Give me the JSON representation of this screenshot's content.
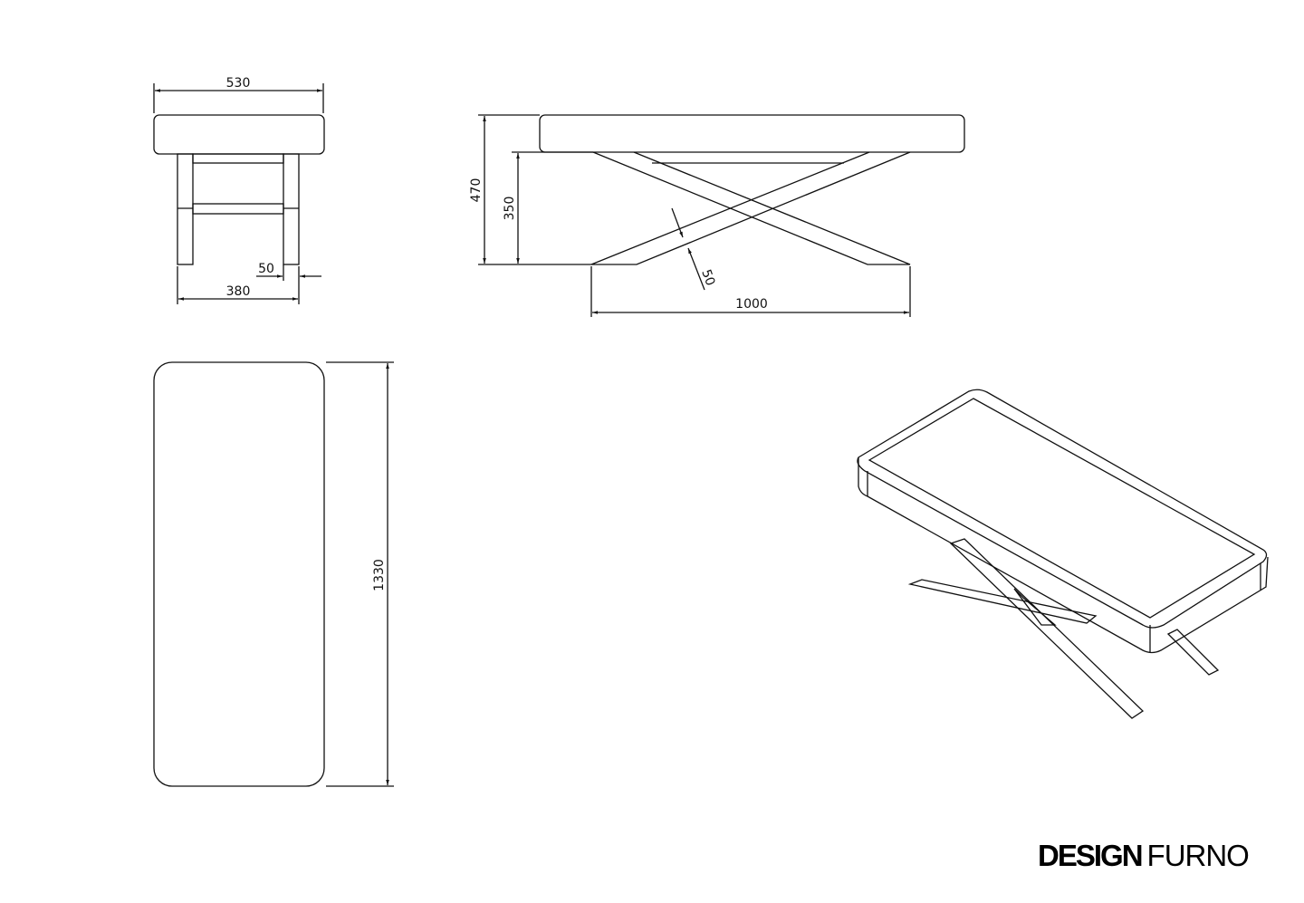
{
  "front_view": {
    "width_label": "530",
    "leg_span_label": "380",
    "leg_width_label": "50"
  },
  "side_view": {
    "total_height_label": "470",
    "leg_height_label": "350",
    "leg_thickness_label": "50",
    "length_label": "1000"
  },
  "top_view": {
    "length_label": "1330"
  },
  "logo": {
    "bold": "DESIGN",
    "light": "FURNO"
  }
}
